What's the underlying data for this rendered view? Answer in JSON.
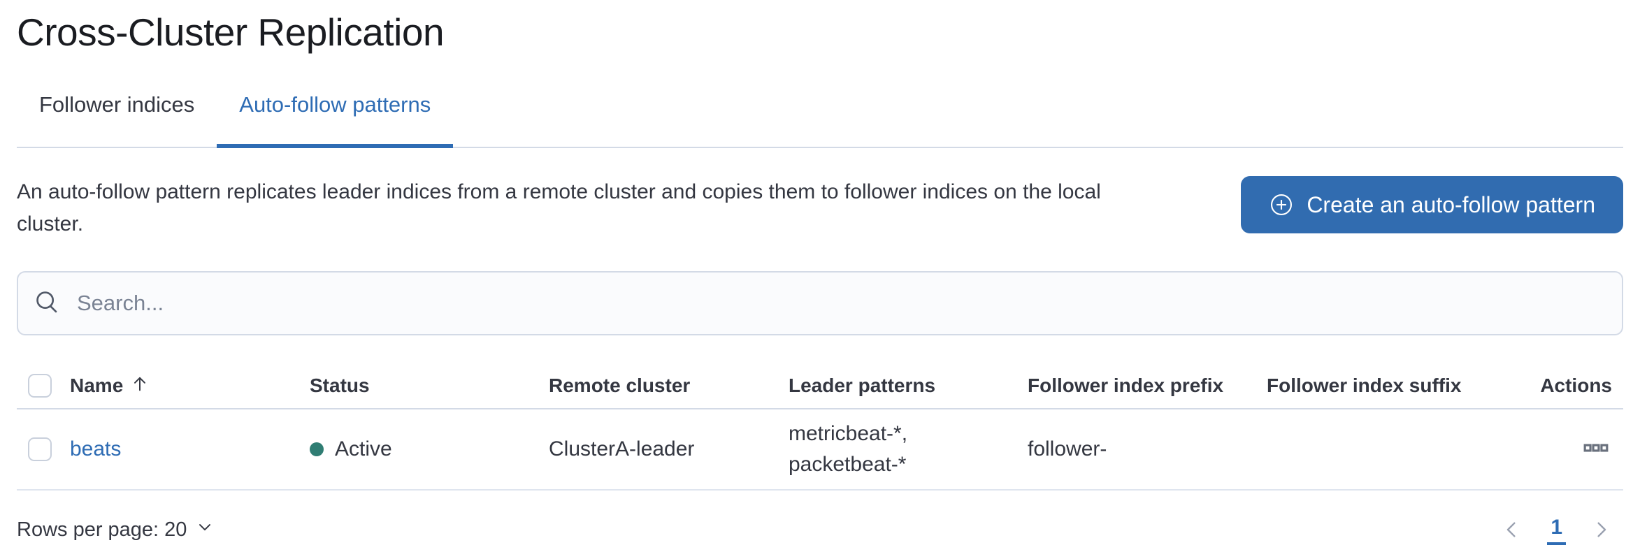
{
  "page": {
    "title": "Cross-Cluster Replication"
  },
  "tabs": [
    {
      "label": "Follower indices",
      "active": false
    },
    {
      "label": "Auto-follow patterns",
      "active": true
    }
  ],
  "intro": {
    "description": "An auto-follow pattern replicates leader indices from a remote cluster and copies them to follower indices on the local cluster.",
    "create_button": {
      "label": "Create an auto-follow pattern",
      "icon": "plus-in-circle-icon"
    }
  },
  "search": {
    "placeholder": "Search...",
    "icon": "search-icon"
  },
  "table": {
    "columns": [
      "Name",
      "Status",
      "Remote cluster",
      "Leader patterns",
      "Follower index prefix",
      "Follower index suffix",
      "Actions"
    ],
    "sort": {
      "column": "Name",
      "direction": "ascending",
      "icon": "sort-ascending-arrow-icon"
    },
    "rows": [
      {
        "name": "beats",
        "status": "Active",
        "remote_cluster": "ClusterA-leader",
        "leader_patterns": "metricbeat-*, packetbeat-*",
        "follower_index_prefix": "follower-",
        "follower_index_suffix": "",
        "actions_icon": "boxes-horizontal-icon"
      }
    ]
  },
  "footer": {
    "rows_per_page": "Rows per page: 20",
    "pagination": {
      "previous_icon": "chevron-left-icon",
      "active_page": "1",
      "next_icon": "chevron-right-icon"
    }
  },
  "colors": {
    "accent_blue": "#2e6cb4",
    "button_blue": "#316cb0",
    "status_active_dot": "#2f7d73",
    "border_gray": "#d3dae6"
  }
}
